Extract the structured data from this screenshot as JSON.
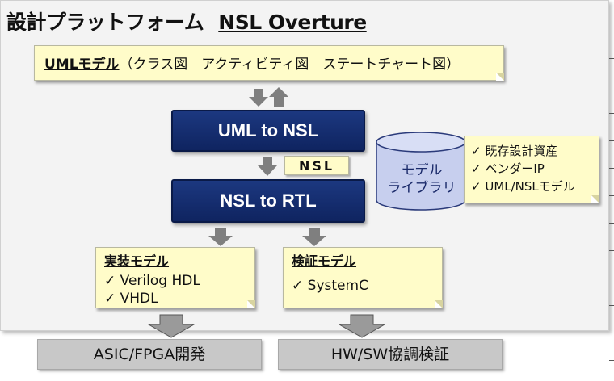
{
  "title": {
    "main": "設計プラットフォーム",
    "sub": "NSL Overture"
  },
  "uml_note": {
    "strong": "UMLモデル",
    "rest": "（クラス図　アクティビティ図　ステートチャート図）"
  },
  "box_uml_to_nsl": "UML to NSL",
  "nsl_tag": "NSL",
  "box_nsl_to_rtl": "NSL to RTL",
  "model_library": {
    "line1": "モデル",
    "line2": "ライブラリ"
  },
  "library_items": [
    "✓ 既存設計資産",
    "✓ ベンダーIP",
    "✓ UML/NSLモデル"
  ],
  "impl_model": {
    "heading": "実装モデル",
    "items": [
      "✓ Verilog HDL",
      "✓ VHDL"
    ]
  },
  "ver_model": {
    "heading": "検証モデル",
    "items": [
      "✓ SystemC"
    ]
  },
  "outputs": {
    "left": "ASIC/FPGA開発",
    "right": "HW/SW協調検証"
  },
  "colors": {
    "navy": "#1a3478",
    "note_yellow": "#fffcc9",
    "arrow_gray": "#7f7f7f",
    "cylinder": "#c7cfee",
    "panel": "#f3f3f3"
  }
}
